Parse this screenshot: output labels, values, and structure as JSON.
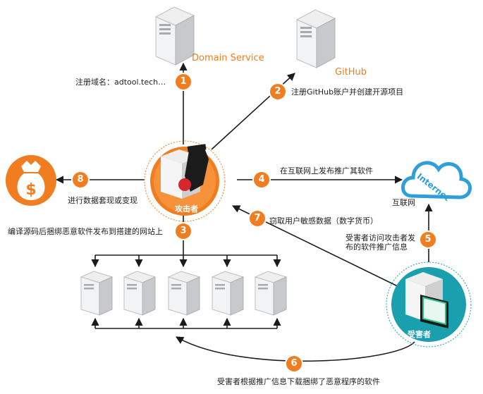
{
  "nodes": {
    "attacker": "攻击者",
    "victim": "受害者",
    "domain_service": "Domain Service",
    "github": "GitHub",
    "internet": "互联网",
    "cloud_text": "Internet"
  },
  "steps": [
    {
      "num": "1",
      "text": "注册域名：adtool.tech…"
    },
    {
      "num": "2",
      "text": "注册GitHub账户并创建开源项目"
    },
    {
      "num": "3",
      "text": "编译源码后捆绑恶意软件发布到搭建的网站上"
    },
    {
      "num": "4",
      "text": "在互联网上发布推广其软件"
    },
    {
      "num": "5",
      "text": "受害者访问攻击者发布的软件推广信息"
    },
    {
      "num": "6",
      "text": "受害者根据推广信息下载捆绑了恶意程序的软件"
    },
    {
      "num": "7",
      "text": "窃取用户敏感数据（数字货币）"
    },
    {
      "num": "8",
      "text": "进行数据套现或变现"
    }
  ],
  "colors": {
    "accent": "#F07D1F",
    "teal": "#1A9FAE",
    "server": "#D6D8DA",
    "cloud": "#2E9FD8"
  }
}
